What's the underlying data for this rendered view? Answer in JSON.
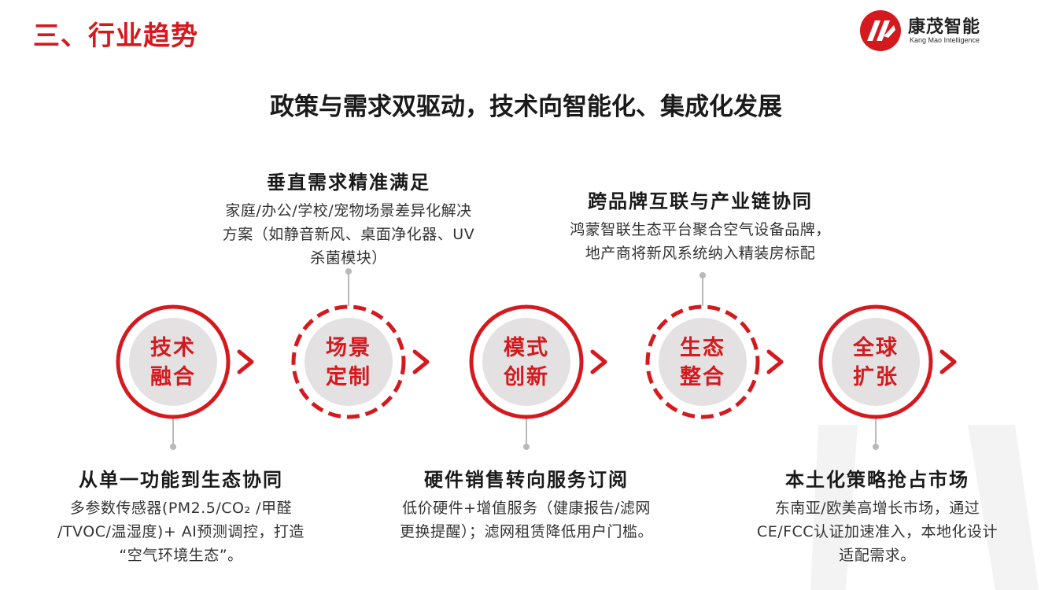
{
  "header": {
    "section_title": "三、行业趋势",
    "logo_name": "康茂智能",
    "logo_sub": "Kang Mao Intelligence"
  },
  "headline": "政策与需求双驱动，技术向智能化、集成化发展",
  "colors": {
    "accent": "#d41a1f",
    "circle_fill": "#e3e1e1",
    "connector": "#b9b9b9"
  },
  "steps": [
    {
      "line1": "技术",
      "line2": "融合",
      "ring": "solid"
    },
    {
      "line1": "场景",
      "line2": "定制",
      "ring": "dashed"
    },
    {
      "line1": "模式",
      "line2": "创新",
      "ring": "solid"
    },
    {
      "line1": "生态",
      "line2": "整合",
      "ring": "dashed"
    },
    {
      "line1": "全球",
      "line2": "扩张",
      "ring": "solid"
    }
  ],
  "blocks": {
    "scene": {
      "title": "垂直需求精准满足",
      "lines": [
        "家庭/办公/学校/宠物场景差异化解决",
        "方案（如静音新风、桌面净化器、UV",
        "杀菌模块）"
      ]
    },
    "ecosystem": {
      "title": "跨品牌互联与产业链协同",
      "lines": [
        "鸿蒙智联生态平台聚合空气设备品牌，",
        "地产商将新风系统纳入精装房标配"
      ]
    },
    "tech": {
      "title": "从单一功能到生态协同",
      "lines": [
        "多参数传感器(PM2.5/CO₂ /甲醛",
        "/TVOC/温湿度)+ AI预测调控，打造",
        "“空气环境生态”。"
      ]
    },
    "model": {
      "title": "硬件销售转向服务订阅",
      "lines": [
        "低价硬件+增值服务（健康报告/滤网",
        "更换提醒）；滤网租赁降低用户门槛。"
      ]
    },
    "global": {
      "title": "本土化策略抢占市场",
      "lines": [
        "东南亚/欧美高增长市场，通过",
        "CE/FCC认证加速准入，本地化设计",
        "适配需求。"
      ]
    }
  }
}
